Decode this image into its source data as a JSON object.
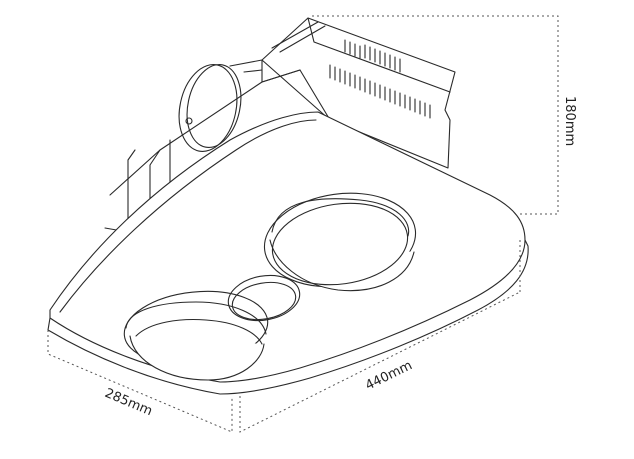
{
  "dimensions": {
    "height_label": "180mm",
    "length_label": "440mm",
    "width_label": "285mm"
  },
  "colors": {
    "line": "#2a2a2a",
    "dimension_line": "#555555",
    "background": "#ffffff"
  }
}
